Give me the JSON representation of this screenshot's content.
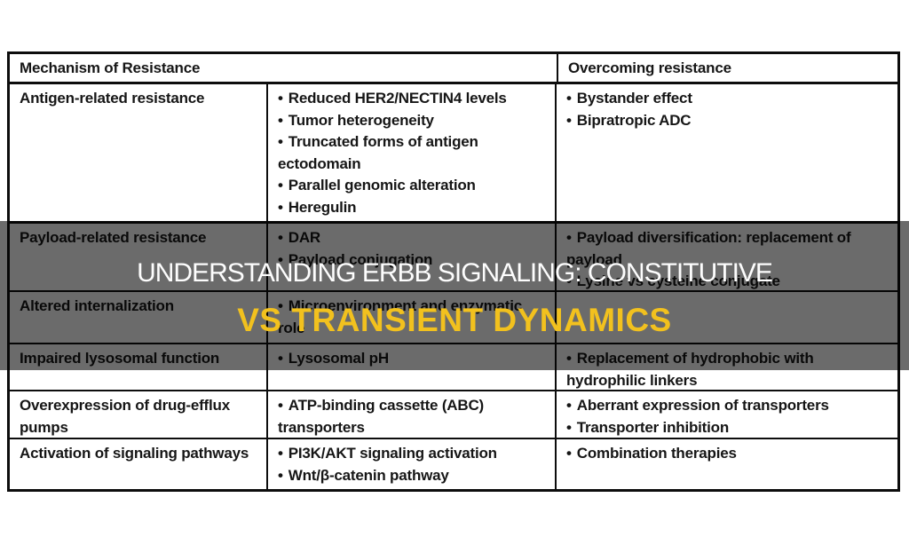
{
  "glyphs": {
    "bullet": "•"
  },
  "banner": {
    "line1": "UNDERSTANDING ERBB SIGNALING: CONSTITUTIVE",
    "line2": "VS TRANSIENT DYNAMICS",
    "line1_color": "#fdfdfd",
    "line2_color": "#f2c11e",
    "overlay_color": "rgba(0,0,0,0.58)"
  },
  "table": {
    "header": {
      "mechanism": "Mechanism of Resistance",
      "overcoming": "Overcoming resistance"
    },
    "rows": [
      {
        "mechanism": "Antigen-related resistance",
        "details": [
          "Reduced HER2/NECTIN4 levels",
          "Tumor heterogeneity",
          "Truncated forms of antigen ectodomain",
          "Parallel genomic alteration",
          "Heregulin"
        ],
        "overcoming": [
          "Bystander effect",
          "Bipratropic ADC"
        ]
      },
      {
        "mechanism": "Payload-related resistance",
        "details": [
          "DAR",
          "Payload conjugation"
        ],
        "overcoming": [
          "Payload diversification: replacement of payload",
          "Lysine vs cysteine conjugate"
        ]
      },
      {
        "mechanism": "Altered internalization",
        "details": [
          "Microenvironment and enzymatic role"
        ],
        "overcoming": []
      },
      {
        "mechanism": "Impaired lysosomal function",
        "details": [
          "Lysosomal pH"
        ],
        "overcoming": [
          "Replacement of hydrophobic with hydrophilic linkers"
        ]
      },
      {
        "mechanism": "Overexpression of drug-efflux pumps",
        "details": [
          "ATP-binding cassette (ABC) transporters"
        ],
        "overcoming": [
          "Aberrant expression of transporters",
          "Transporter inhibition"
        ]
      },
      {
        "mechanism": "Activation of signaling pathways",
        "details": [
          "PI3K/AKT signaling activation",
          "Wnt/β-catenin pathway"
        ],
        "overcoming": [
          "Combination therapies"
        ]
      }
    ]
  }
}
